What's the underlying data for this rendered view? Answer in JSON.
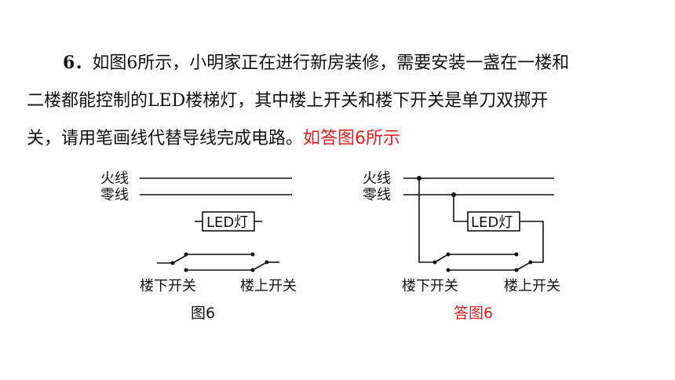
{
  "question": {
    "number": "6．",
    "line1": "如图6所示，小明家正在进行新房装修，需要安装一盏在一楼和",
    "line2": "二楼都能控制的LED楼梯灯，其中楼上开关和楼下开关是单刀双掷开",
    "line3": "关，请用笔画线代替导线完成电路。",
    "answer_note": "如答图6所示"
  },
  "figure_left": {
    "live_wire_label": "火线",
    "neutral_wire_label": "零线",
    "lamp_label": "LED灯",
    "downstairs_switch_label": "楼下开关",
    "upstairs_switch_label": "楼上开关",
    "caption": "图6"
  },
  "figure_right": {
    "live_wire_label": "火线",
    "neutral_wire_label": "零线",
    "lamp_label": "LED灯",
    "downstairs_switch_label": "楼下开关",
    "upstairs_switch_label": "楼上开关",
    "caption": "答图6"
  },
  "colors": {
    "answer": "#e0201e",
    "text": "#111111"
  }
}
